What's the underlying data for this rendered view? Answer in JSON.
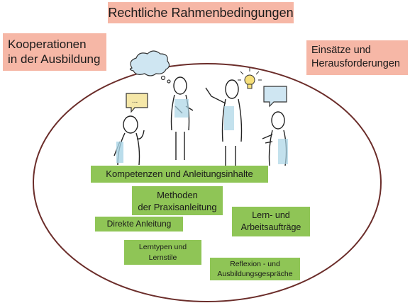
{
  "title": "Rechtliche Rahmenbedingungen",
  "left_label": {
    "line1": "Kooperationen",
    "line2": "in der Ausbildung"
  },
  "right_label": {
    "line1": "Einsätze und",
    "line2": "Herausforderungen"
  },
  "speech_dots": "...",
  "inner_labels": {
    "kompetenzen": "Kompetenzen und Anleitungsinhalte",
    "methoden": {
      "line1": "Methoden",
      "line2": "der Praxisanleitung"
    },
    "lern_arbeit": {
      "line1": "Lern- und",
      "line2": "Arbeitsaufträge"
    },
    "direkte": "Direkte Anleitung",
    "lerntypen": {
      "line1": "Lerntypen und",
      "line2": "Lernstile"
    },
    "reflexion": {
      "line1": "Reflexion -  und",
      "line2": "Ausbildungsgespräche"
    }
  },
  "colors": {
    "salmon": "#f6b7a6",
    "green": "#8fc556",
    "circle": "#6b2d2a",
    "figure_blue": "#a9d4e6"
  }
}
